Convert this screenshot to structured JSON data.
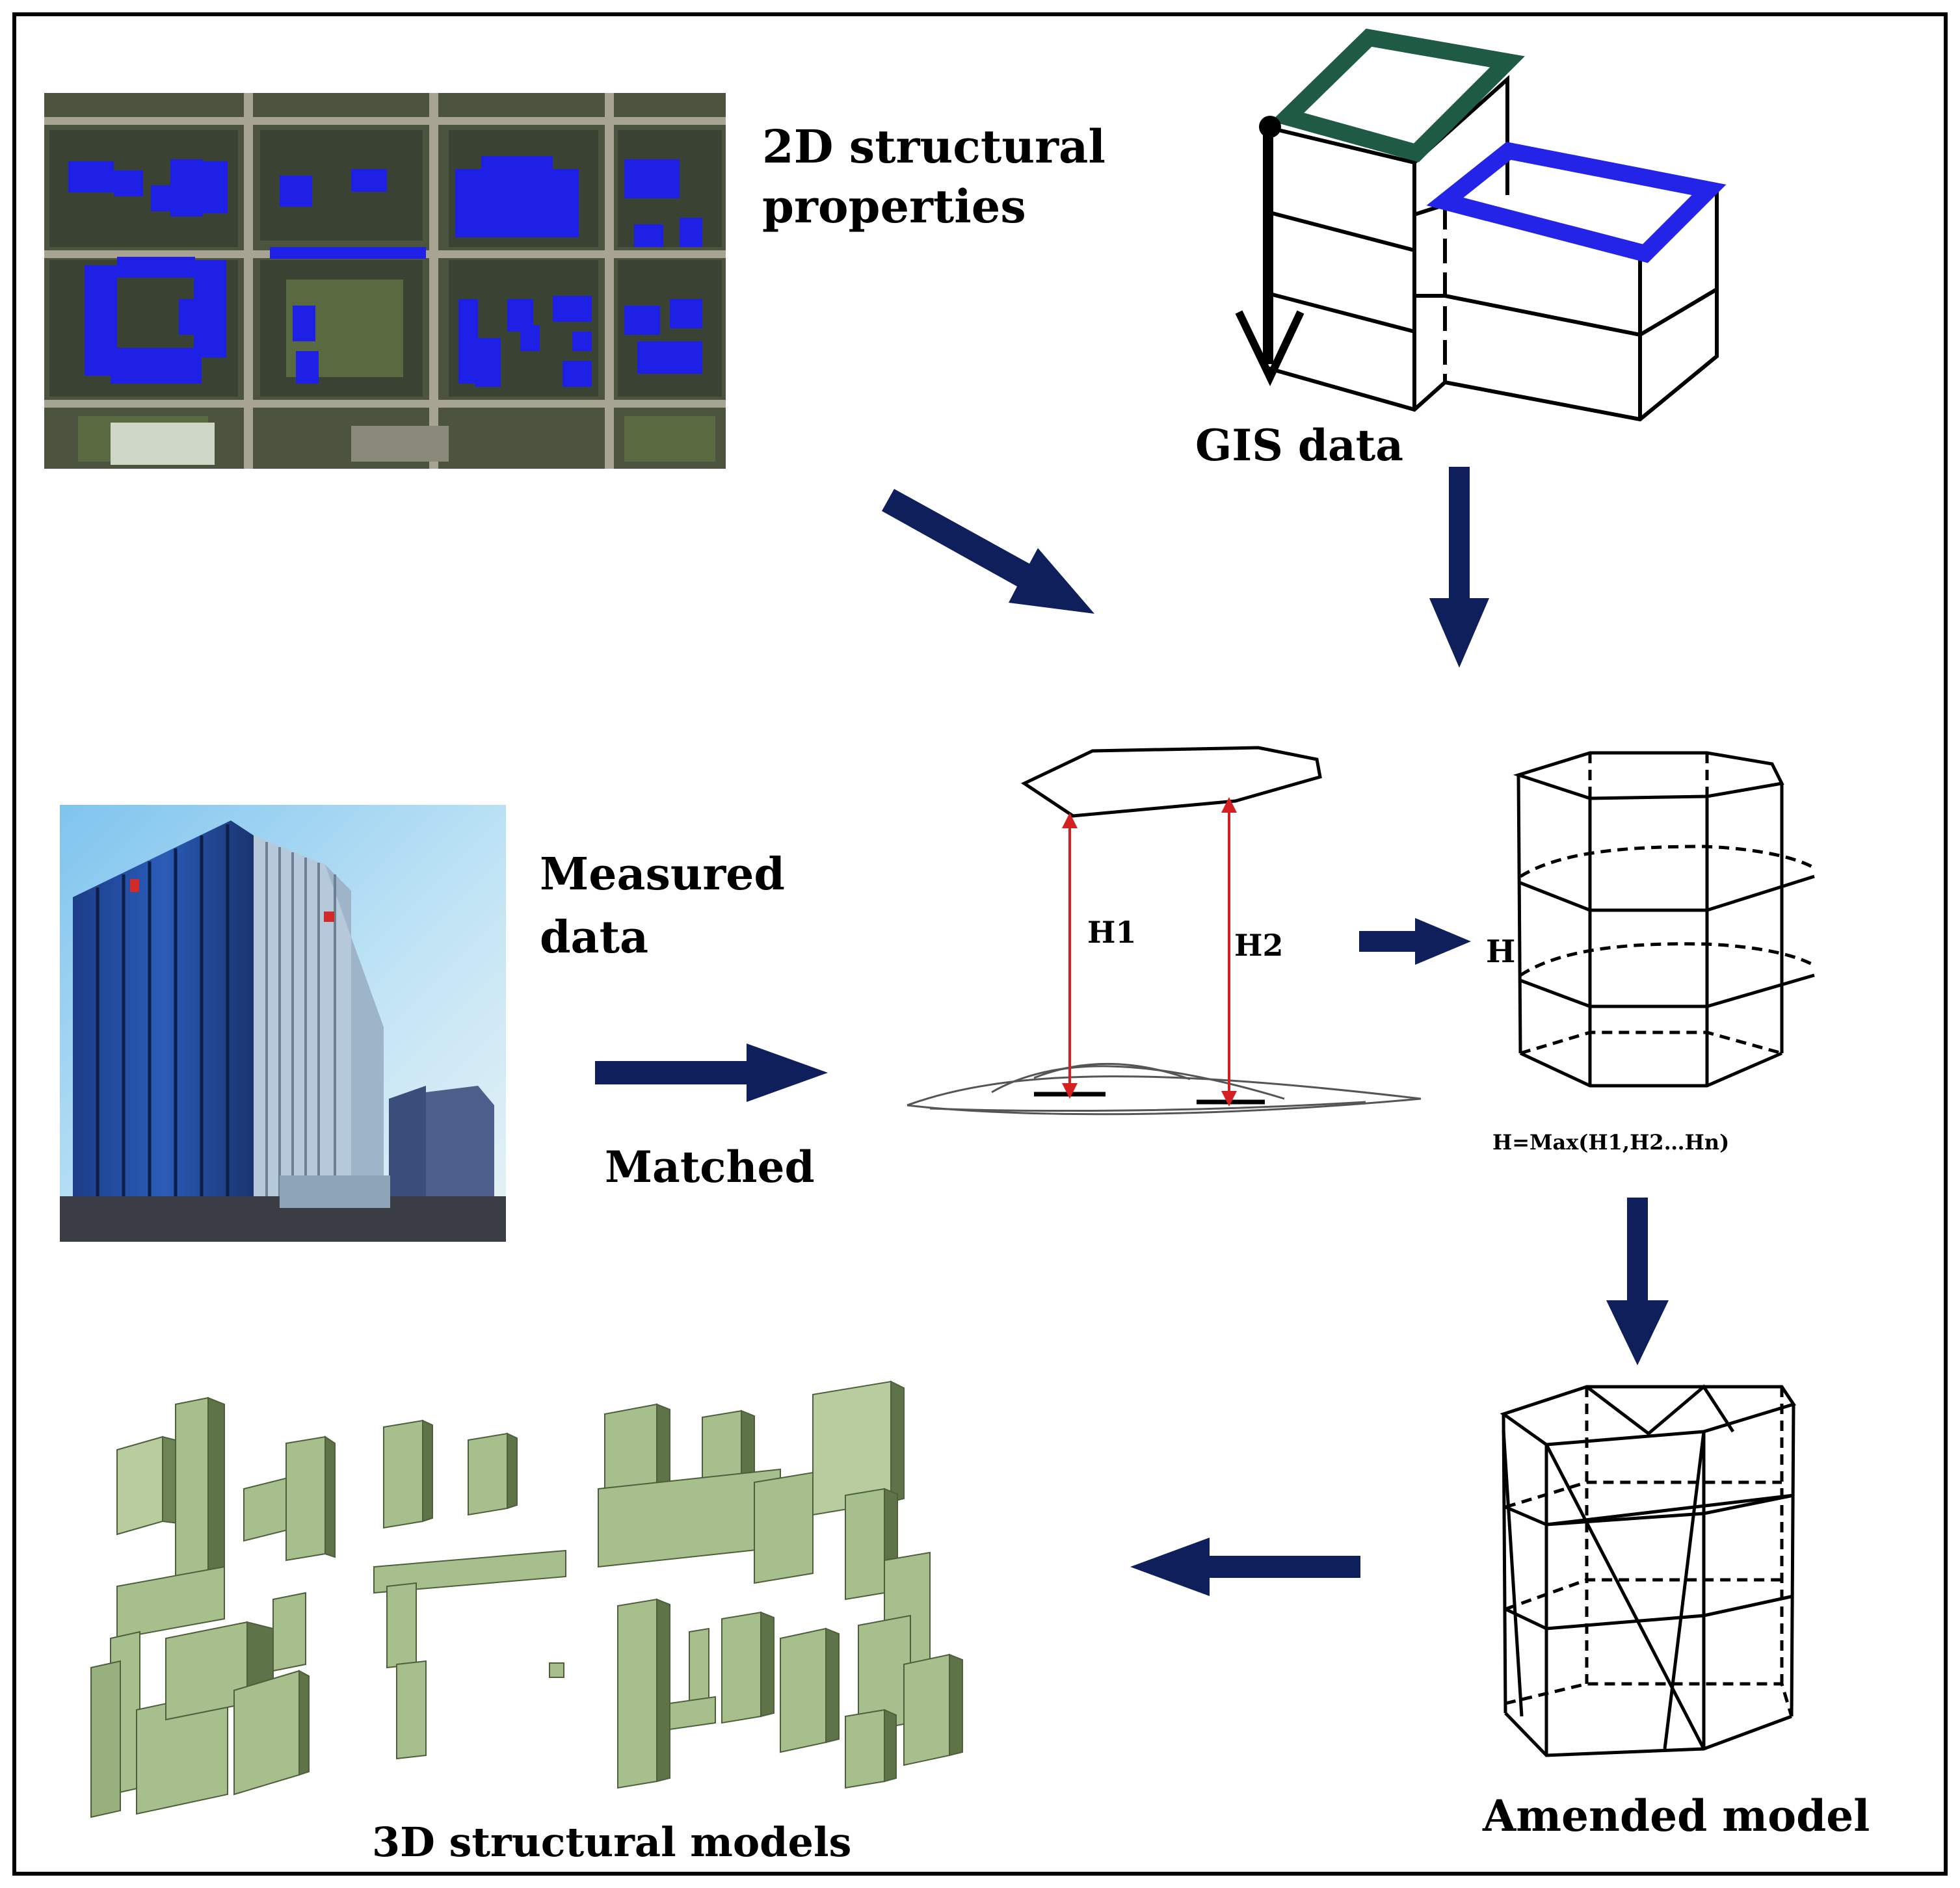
{
  "labels": {
    "structural_2d_line1": "2D structural",
    "structural_2d_line2": "properties",
    "gis_data": "GIS data",
    "measured_line1": "Measured",
    "measured_line2": "data",
    "matched": "Matched",
    "h1": "H1",
    "h2": "H2",
    "h": "H",
    "h_formula": "H=Max(H1,H2…Hn)",
    "amended_model": "Amended model",
    "structural_3d": "3D structural models"
  },
  "colors": {
    "arrow": "#0e1f5c",
    "building_blue": "#1f20e6",
    "roof_green": "#1f5a44",
    "roof_blue": "#2424e8",
    "height_red": "#d42020",
    "model_green": "#a6bf8c",
    "model_green_dark": "#5e7348"
  }
}
